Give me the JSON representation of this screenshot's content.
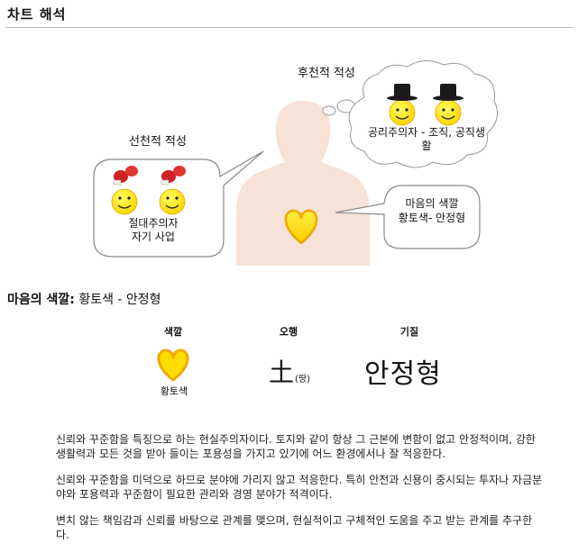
{
  "header": {
    "title": "차트 해석"
  },
  "diagram": {
    "innate": {
      "title": "선천적 적성",
      "type_line1": "절대주의자",
      "type_line2": "자기 사업"
    },
    "acquired": {
      "title": "후천적 적성",
      "type_line1": "공리주의자 - 조직, 공직생",
      "type_line2": "활"
    },
    "heart_color": {
      "line1": "마음의 색깔",
      "line2": "황토색- 안정형"
    },
    "colors": {
      "body": "#f6e2d6",
      "heart_fill": "#ffdd00",
      "heart_stroke": "#f0a800",
      "smiley": "#ffee00",
      "boxing_glove": "#cc2222",
      "hat": "#1a1a1a"
    }
  },
  "section": {
    "title_key": "마음의 색깔:",
    "title_value": " 황토색 - 안정형"
  },
  "table": {
    "col1_head": "색깔",
    "col2_head": "오행",
    "col3_head": "기질",
    "color_name": "황토색",
    "element_char": "土",
    "element_reading": "(땅)",
    "temperament": "안정형"
  },
  "paragraphs": [
    "신뢰와 꾸준함을 특징으로 하는 현실주의자이다. 토지와 같이 항상 그 근본에 변함이 없고 안정적이며, 강한 생활력과 모든 것을 받아 들이는 포용성을 가지고 있기에 어느 환경에서나 잘 적응한다.",
    "신뢰와 꾸준함을 미덕으로 하므로 분야에 가리지 않고 적응한다. 특히 안전과 신용이 중시되는 투자나 자금분야와 포용력과 꾸준함이 필요한 관리와 경영 분야가 적격이다.",
    "변치 않는 책임감과 신뢰를 바탕으로 관계를 맺으며, 현실적이고 구체적인 도움을 주고 받는 관계를 추구한다."
  ]
}
